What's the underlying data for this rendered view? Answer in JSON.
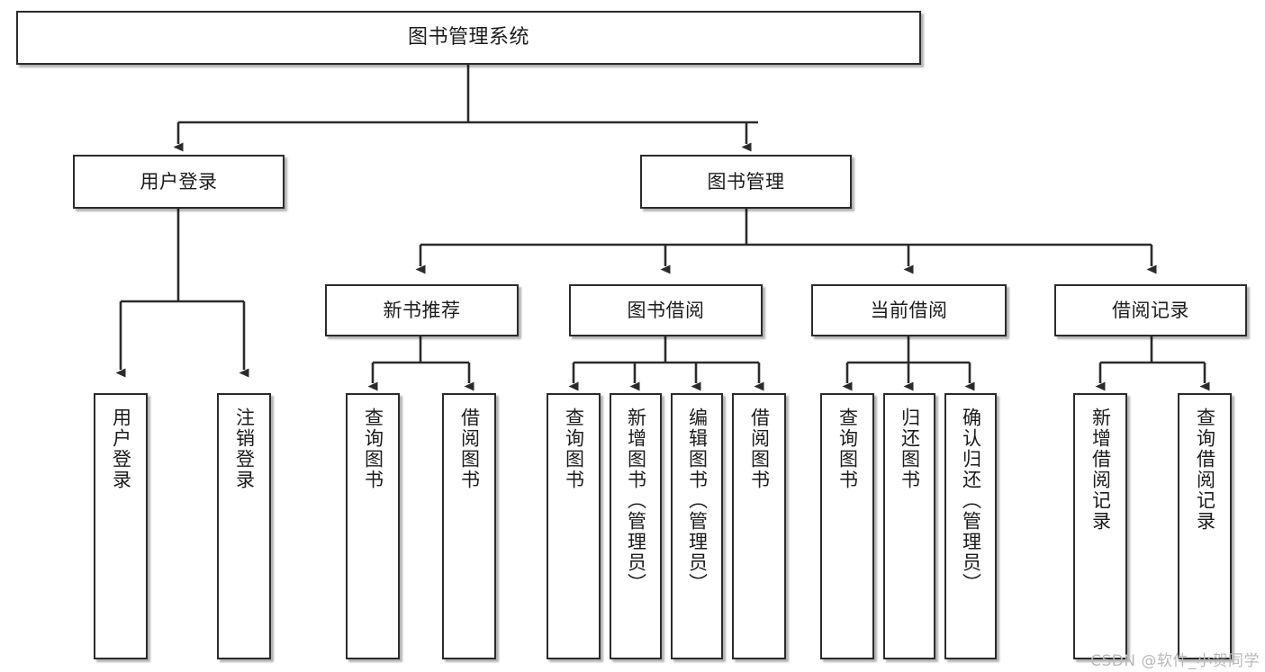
{
  "diagram": {
    "title": "图书管理系统",
    "type": "tree-structure-chart",
    "accent_color": "#2b2b2b",
    "background": "#ffffff",
    "root": {
      "label": "图书管理系统"
    },
    "level2": [
      {
        "label": "用户登录"
      },
      {
        "label": "图书管理"
      }
    ],
    "level3": [
      {
        "label": "新书推荐"
      },
      {
        "label": "图书借阅"
      },
      {
        "label": "当前借阅"
      },
      {
        "label": "借阅记录"
      }
    ],
    "leaves": {
      "user_login": [
        {
          "label": "用户登录"
        },
        {
          "label": "注销登录"
        }
      ],
      "new_book_recommend": [
        {
          "label": "查询图书"
        },
        {
          "label": "借阅图书"
        }
      ],
      "book_borrow": [
        {
          "label": "查询图书"
        },
        {
          "label": "新增图书（管理员）"
        },
        {
          "label": "编辑图书（管理员）"
        },
        {
          "label": "借阅图书"
        }
      ],
      "current_borrow": [
        {
          "label": "查询图书"
        },
        {
          "label": "归还图书"
        },
        {
          "label": "确认归还（管理员）"
        }
      ],
      "borrow_record": [
        {
          "label": "新增借阅记录"
        },
        {
          "label": "查询借阅记录"
        }
      ]
    }
  },
  "watermark": {
    "text": "CSDN @软件_小贺同学"
  }
}
